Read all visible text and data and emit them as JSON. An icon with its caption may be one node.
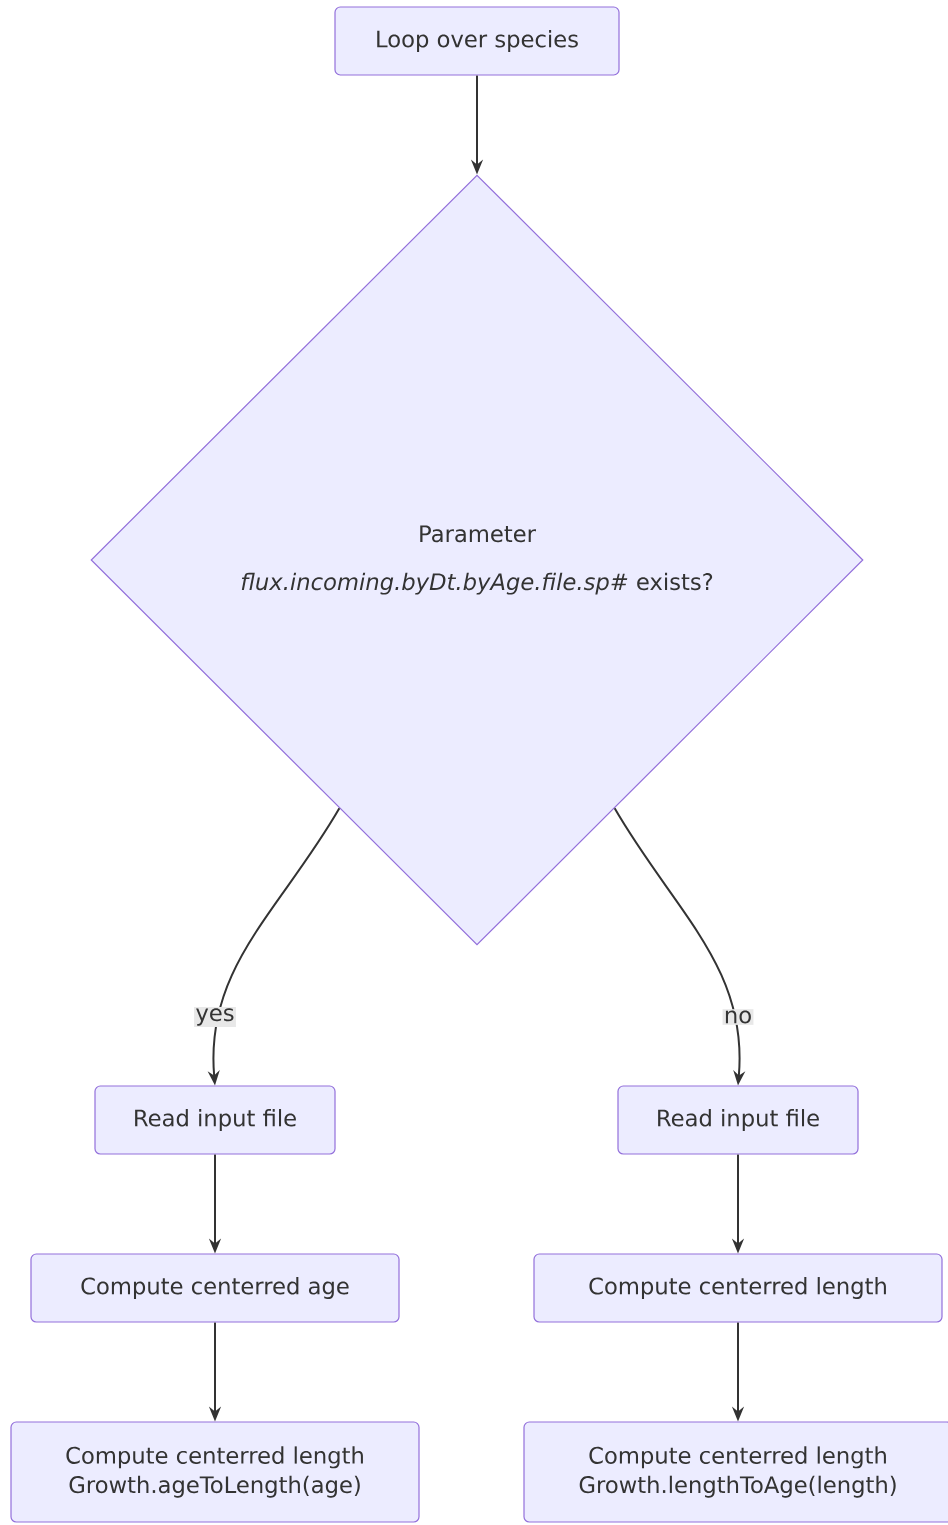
{
  "diagram": {
    "nodes": [
      {
        "text": [
          "Loop over species"
        ]
      },
      {
        "text": [
          "Parameter",
          "*flux.incoming.byDt.byAge.file.sp#* exists?"
        ]
      },
      {
        "text": [
          "Read input file"
        ]
      },
      {
        "text": [
          "Compute centerred age"
        ]
      },
      {
        "text": [
          "Compute centerred length",
          "Growth.ageToLength(age)"
        ]
      },
      {
        "text": [
          "Read input file"
        ]
      },
      {
        "text": [
          "Compute centerred length"
        ]
      },
      {
        "text": [
          "Compute centerred length",
          "Growth.lengthToAge(length)"
        ]
      }
    ],
    "edges": [
      {
        "from": 0,
        "to": 1,
        "arrow": "to"
      },
      {
        "from": 1,
        "to": 2,
        "arrow": "to",
        "label": "yes"
      },
      {
        "from": 1,
        "to": 5,
        "arrow": "to",
        "label": "no"
      },
      {
        "from": 2,
        "to": 3,
        "arrow": "to"
      },
      {
        "from": 3,
        "to": 4,
        "arrow": "to"
      },
      {
        "from": 5,
        "to": 6,
        "arrow": "to"
      },
      {
        "from": 6,
        "to": 7,
        "arrow": "to"
      }
    ]
  }
}
